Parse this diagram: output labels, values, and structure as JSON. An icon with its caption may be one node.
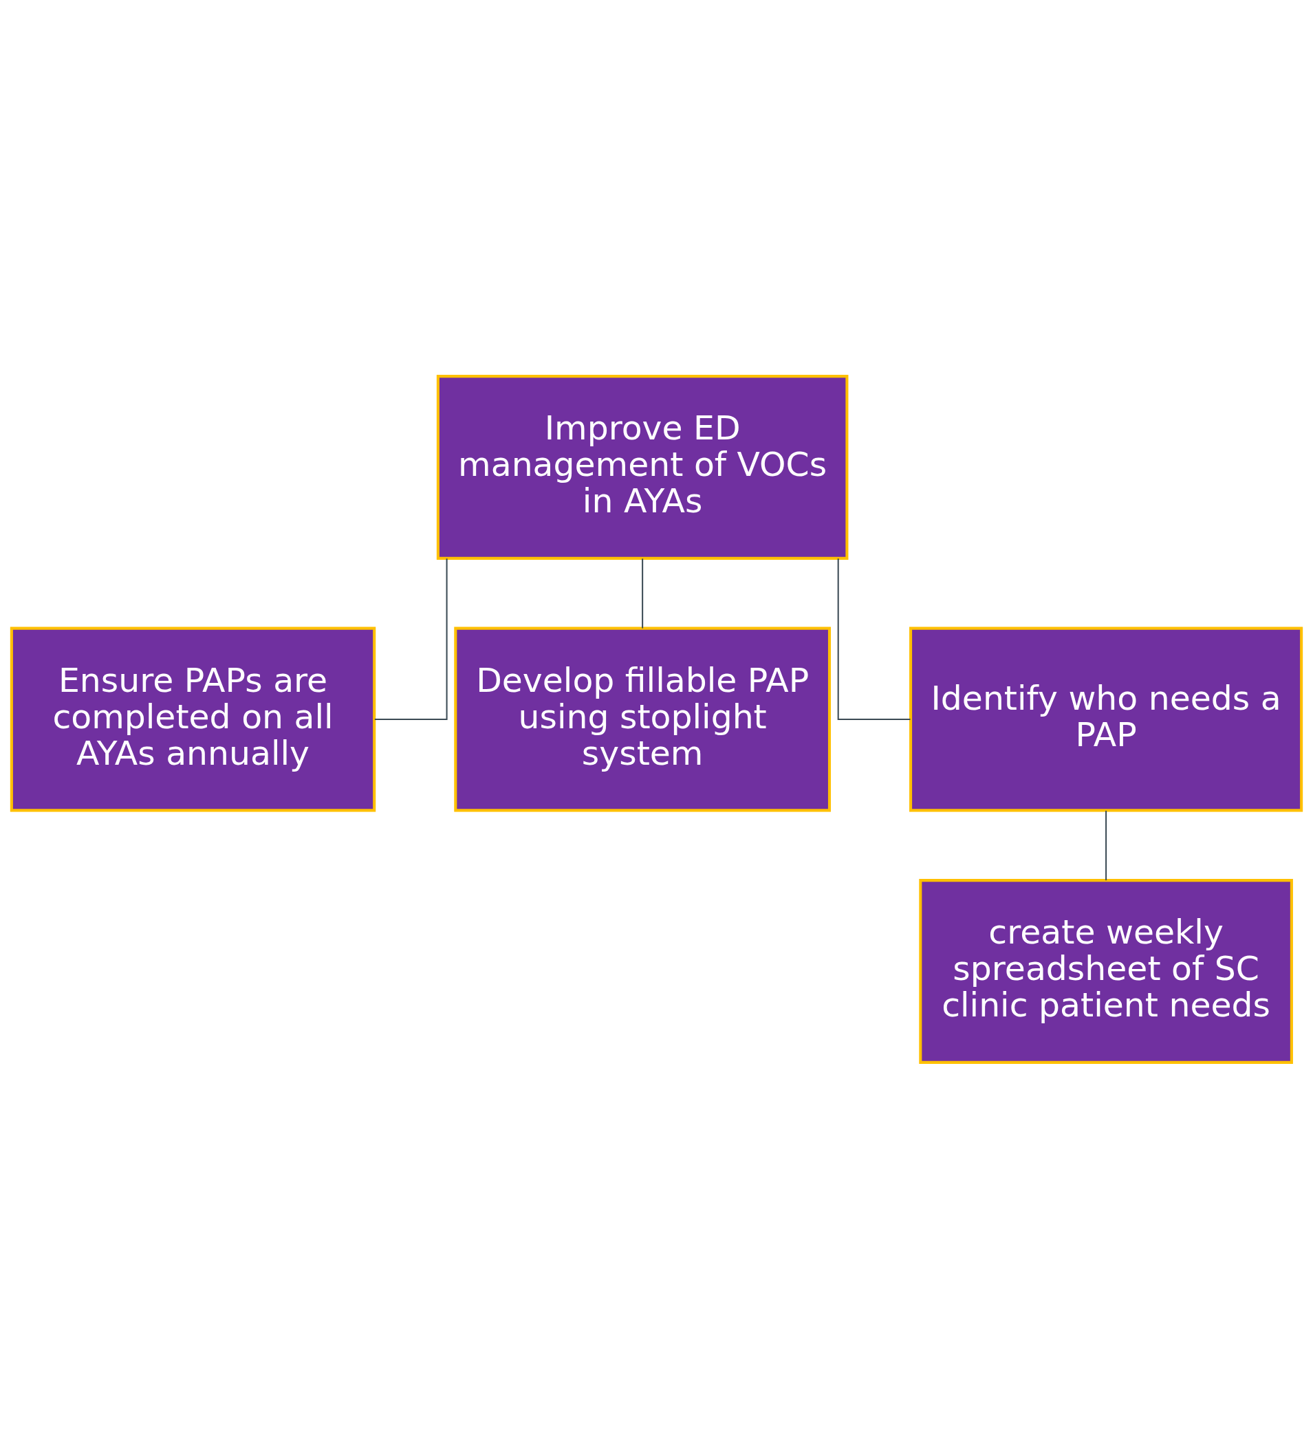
{
  "diagram": {
    "nodes": [
      {
        "text": [
          "Improve ED management of VOCs in AYAs"
        ]
      },
      {
        "text": [
          "Ensure PAPs are completed on all AYAs annually"
        ]
      },
      {
        "text": [
          "Develop fillable PAP using stoplight system"
        ]
      },
      {
        "text": [
          "Identify who needs a PAP"
        ]
      },
      {
        "text": [
          "create weekly spreadsheet of SC clinic patient needs"
        ]
      }
    ],
    "edges": [
      {
        "from": 0,
        "to": 1,
        "arrow": "none"
      },
      {
        "from": 0,
        "to": 2,
        "arrow": "none"
      },
      {
        "from": 0,
        "to": 3,
        "arrow": "none"
      },
      {
        "from": 3,
        "to": 4,
        "arrow": "none"
      }
    ]
  }
}
